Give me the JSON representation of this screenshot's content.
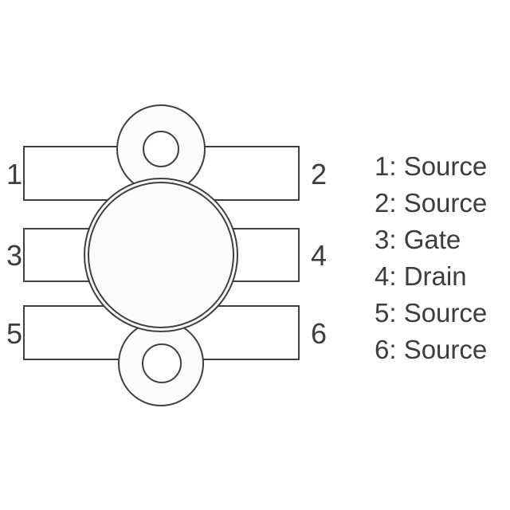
{
  "pins": [
    {
      "number": "1",
      "function": "Source",
      "legend_text": "1: Source"
    },
    {
      "number": "2",
      "function": "Source",
      "legend_text": "2: Source"
    },
    {
      "number": "3",
      "function": "Gate",
      "legend_text": "3: Gate"
    },
    {
      "number": "4",
      "function": "Drain",
      "legend_text": "4: Drain"
    },
    {
      "number": "5",
      "function": "Source",
      "legend_text": "5: Source"
    },
    {
      "number": "6",
      "function": "Source",
      "legend_text": "6: Source"
    }
  ],
  "colors": {
    "background": "#ffffff",
    "line": "#404040",
    "shape_fill": "#fcfcfc",
    "hole_fill": "#ffffff",
    "text": "#3d3d3d"
  }
}
